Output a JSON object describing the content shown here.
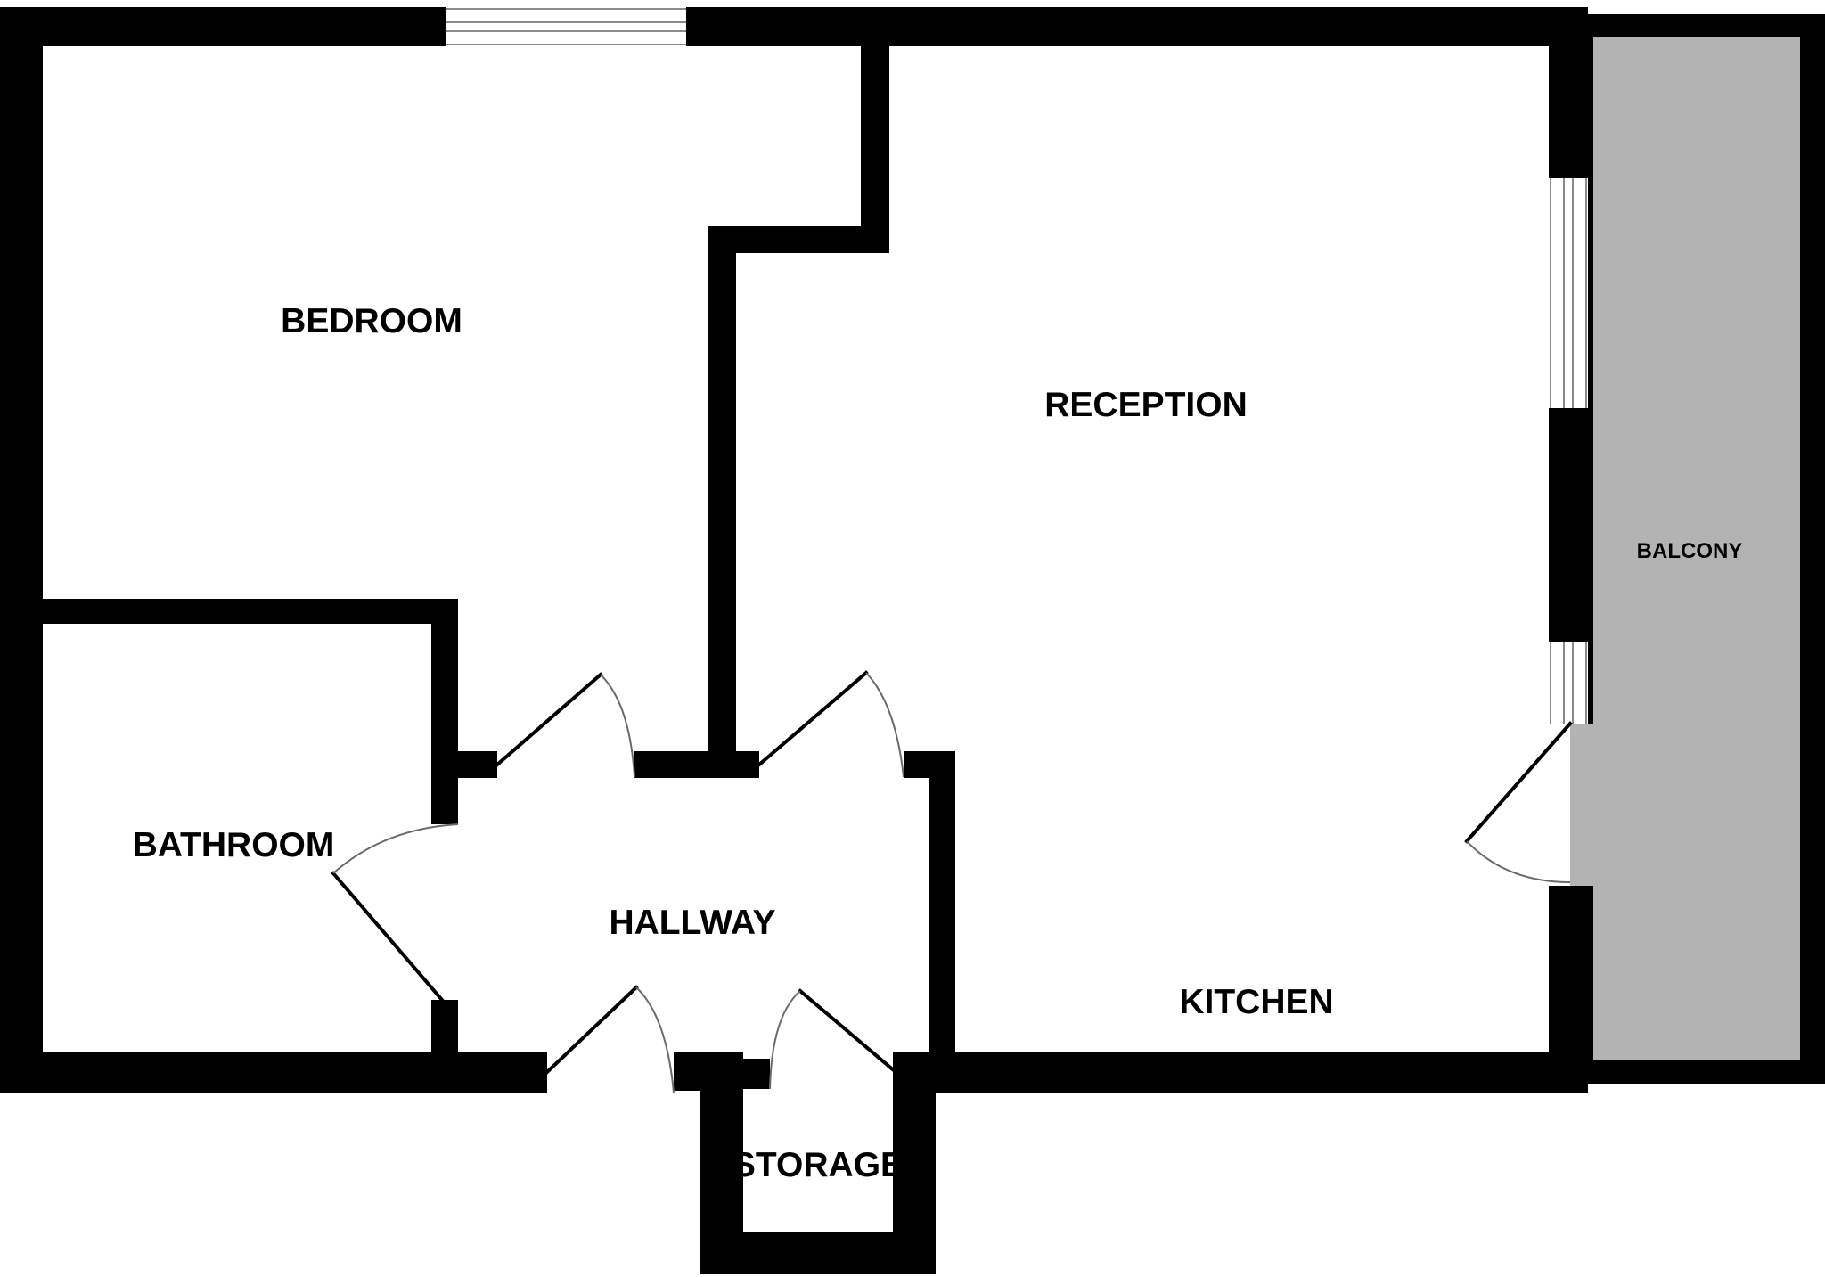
{
  "rooms": {
    "bedroom": "BEDROOM",
    "reception": "RECEPTION",
    "balcony": "BALCONY",
    "bathroom": "BATHROOM",
    "hallway": "HALLWAY",
    "kitchen": "KITCHEN",
    "storage": "STORAGE"
  },
  "colors": {
    "wall": "#000000",
    "balcony_fill": "#b3b3b3",
    "floor": "#ffffff"
  }
}
